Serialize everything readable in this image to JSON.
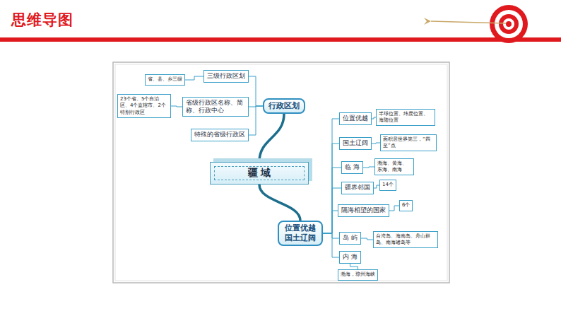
{
  "diagram": {
    "title": "思维导图",
    "nodes": [
      {
        "text": [
          "疆 域"
        ]
      },
      {
        "text": [
          "行政区划"
        ]
      },
      {
        "text": [
          "三级行政区划"
        ]
      },
      {
        "text": [
          "省、县、乡三级"
        ]
      },
      {
        "text": [
          "省级行政区名称、简称、行政中心"
        ]
      },
      {
        "text": [
          "23个省、5个自治区、4个直辖市、2个特别行政区"
        ]
      },
      {
        "text": [
          "特殊的省级行政区"
        ]
      },
      {
        "text": [
          "位置优越 国土辽阔"
        ]
      },
      {
        "text": [
          "位置优越"
        ]
      },
      {
        "text": [
          "半球位置、纬度位置、海陆位置"
        ]
      },
      {
        "text": [
          "国土辽阔"
        ]
      },
      {
        "text": [
          "面积居世界第三，“四至”点"
        ]
      },
      {
        "text": [
          "临 海"
        ]
      },
      {
        "text": [
          "渤海、黄海、东海、南海"
        ]
      },
      {
        "text": [
          "疆界邻国"
        ]
      },
      {
        "text": [
          "14个"
        ]
      },
      {
        "text": [
          "隔海相望的国家"
        ]
      },
      {
        "text": [
          "6个"
        ]
      },
      {
        "text": [
          "岛 屿"
        ]
      },
      {
        "text": [
          "台湾岛、海南岛、舟山群岛、南海诸岛等"
        ]
      },
      {
        "text": [
          "内 海"
        ]
      },
      {
        "text": [
          "渤海，琼州海峡"
        ]
      }
    ],
    "edges": [
      {
        "from": 0,
        "to": 1,
        "arrow": "none"
      },
      {
        "from": 0,
        "to": 7,
        "arrow": "none"
      },
      {
        "from": 1,
        "to": 2,
        "arrow": "none"
      },
      {
        "from": 1,
        "to": 4,
        "arrow": "none"
      },
      {
        "from": 1,
        "to": 6,
        "arrow": "none"
      },
      {
        "from": 2,
        "to": 3,
        "arrow": "none"
      },
      {
        "from": 4,
        "to": 5,
        "arrow": "none"
      },
      {
        "from": 7,
        "to": 8,
        "arrow": "none"
      },
      {
        "from": 7,
        "to": 10,
        "arrow": "none"
      },
      {
        "from": 7,
        "to": 12,
        "arrow": "none"
      },
      {
        "from": 7,
        "to": 14,
        "arrow": "none"
      },
      {
        "from": 7,
        "to": 16,
        "arrow": "none"
      },
      {
        "from": 7,
        "to": 18,
        "arrow": "none"
      },
      {
        "from": 7,
        "to": 20,
        "arrow": "none"
      },
      {
        "from": 8,
        "to": 9,
        "arrow": "none"
      },
      {
        "from": 10,
        "to": 11,
        "arrow": "none"
      },
      {
        "from": 12,
        "to": 13,
        "arrow": "none"
      },
      {
        "from": 14,
        "to": 15,
        "arrow": "none"
      },
      {
        "from": 16,
        "to": 17,
        "arrow": "none"
      },
      {
        "from": 18,
        "to": 19,
        "arrow": "none"
      },
      {
        "from": 20,
        "to": 21,
        "arrow": "none"
      }
    ]
  }
}
